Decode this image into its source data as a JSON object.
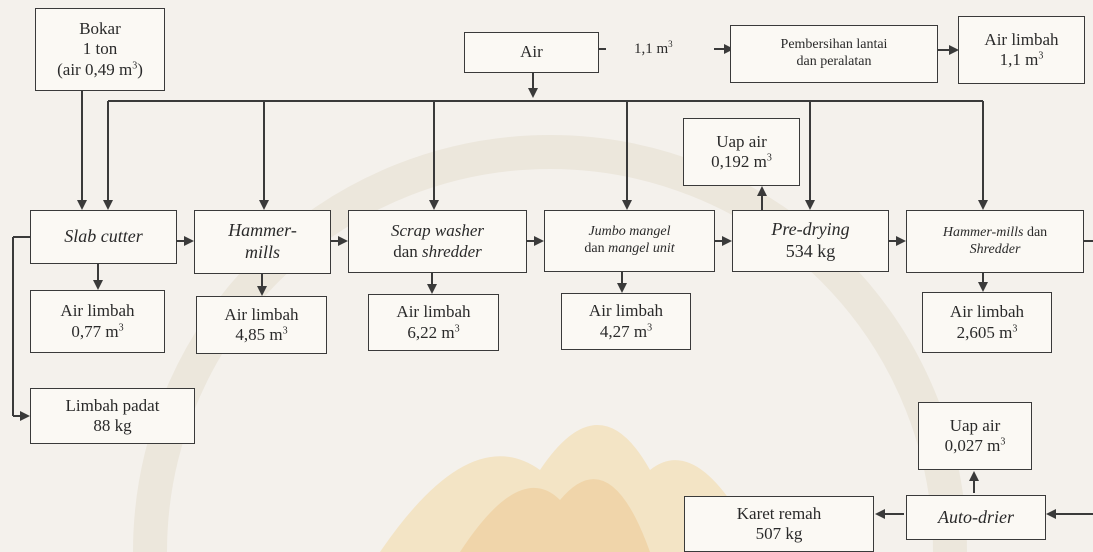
{
  "boxes": {
    "bokar": {
      "l1": "Bokar",
      "l2": "1 ton",
      "l3": "(air 0,49 m",
      "l3_sup": "3",
      "l3_end": ")"
    },
    "air": {
      "l1": "Air"
    },
    "pembersihan": {
      "l1": "Pembersihan lantai",
      "l2": "dan peralatan"
    },
    "air_limbah_top": {
      "l1": "Air limbah",
      "l2": "1,1 m",
      "l2_sup": "3"
    },
    "uap_air_1": {
      "l1": "Uap air",
      "l2": "0,192 m",
      "l2_sup": "3"
    },
    "slab_cutter": {
      "l1": "Slab cutter"
    },
    "hammer_mills": {
      "l1": "Hammer-",
      "l2": "mills"
    },
    "scrap_washer": {
      "l1": "Scrap washer",
      "l2a": "dan ",
      "l2b": "shredder"
    },
    "jumbo_mangel": {
      "l1": "Jumbo mangel",
      "l2a": "dan ",
      "l2b": "mangel unit"
    },
    "pre_drying": {
      "l1": "Pre-drying",
      "l2": "534 kg"
    },
    "hammer_shredder": {
      "l1a": "Hammer-mills",
      "l1b": " dan",
      "l2": "Shredder"
    },
    "al_1": {
      "l1": "Air limbah",
      "l2": "0,77 m",
      "l2_sup": "3"
    },
    "al_2": {
      "l1": "Air limbah",
      "l2": "4,85 m",
      "l2_sup": "3"
    },
    "al_3": {
      "l1": "Air limbah",
      "l2": "6,22 m",
      "l2_sup": "3"
    },
    "al_4": {
      "l1": "Air limbah",
      "l2": "4,27 m",
      "l2_sup": "3"
    },
    "al_5": {
      "l1": "Air limbah",
      "l2": "2,605 m",
      "l2_sup": "3"
    },
    "limbah_padat": {
      "l1": "Limbah padat",
      "l2": "88 kg"
    },
    "uap_air_2": {
      "l1": "Uap air",
      "l2": "0,027 m",
      "l2_sup": "3"
    },
    "karet_remah": {
      "l1": "Karet remah",
      "l2": "507 kg"
    },
    "auto_drier": {
      "l1": "Auto-drier"
    }
  },
  "labels": {
    "air_flow": "1,1 m",
    "air_flow_sup": "3"
  },
  "colors": {
    "line": "#3a3a3a",
    "watermark": "#e8d9a8",
    "watermark_flame": "#f0c98a"
  }
}
